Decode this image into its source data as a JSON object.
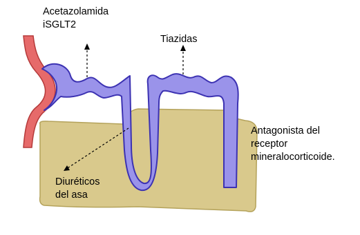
{
  "labels": {
    "acetazolamide": "Acetazolamida",
    "isglt2": "iSGLT2",
    "thiazides": "Tiazidas",
    "loop_line1": "Diuréticos",
    "loop_line2": "del asa",
    "antagonist_line1": "Antagonista del",
    "antagonist_line2": "receptor",
    "antagonist_line3": "mineralocorticoide."
  },
  "colors": {
    "background": "#ffffff",
    "medulla_fill": "#d9c98c",
    "medulla_stroke": "#b4a25a",
    "glomerulus_fill": "#e66a6a",
    "glomerulus_stroke": "#b53a3a",
    "tubule_fill": "#9a93ea",
    "tubule_stroke": "#3c32b2",
    "arrow": "#000000"
  }
}
